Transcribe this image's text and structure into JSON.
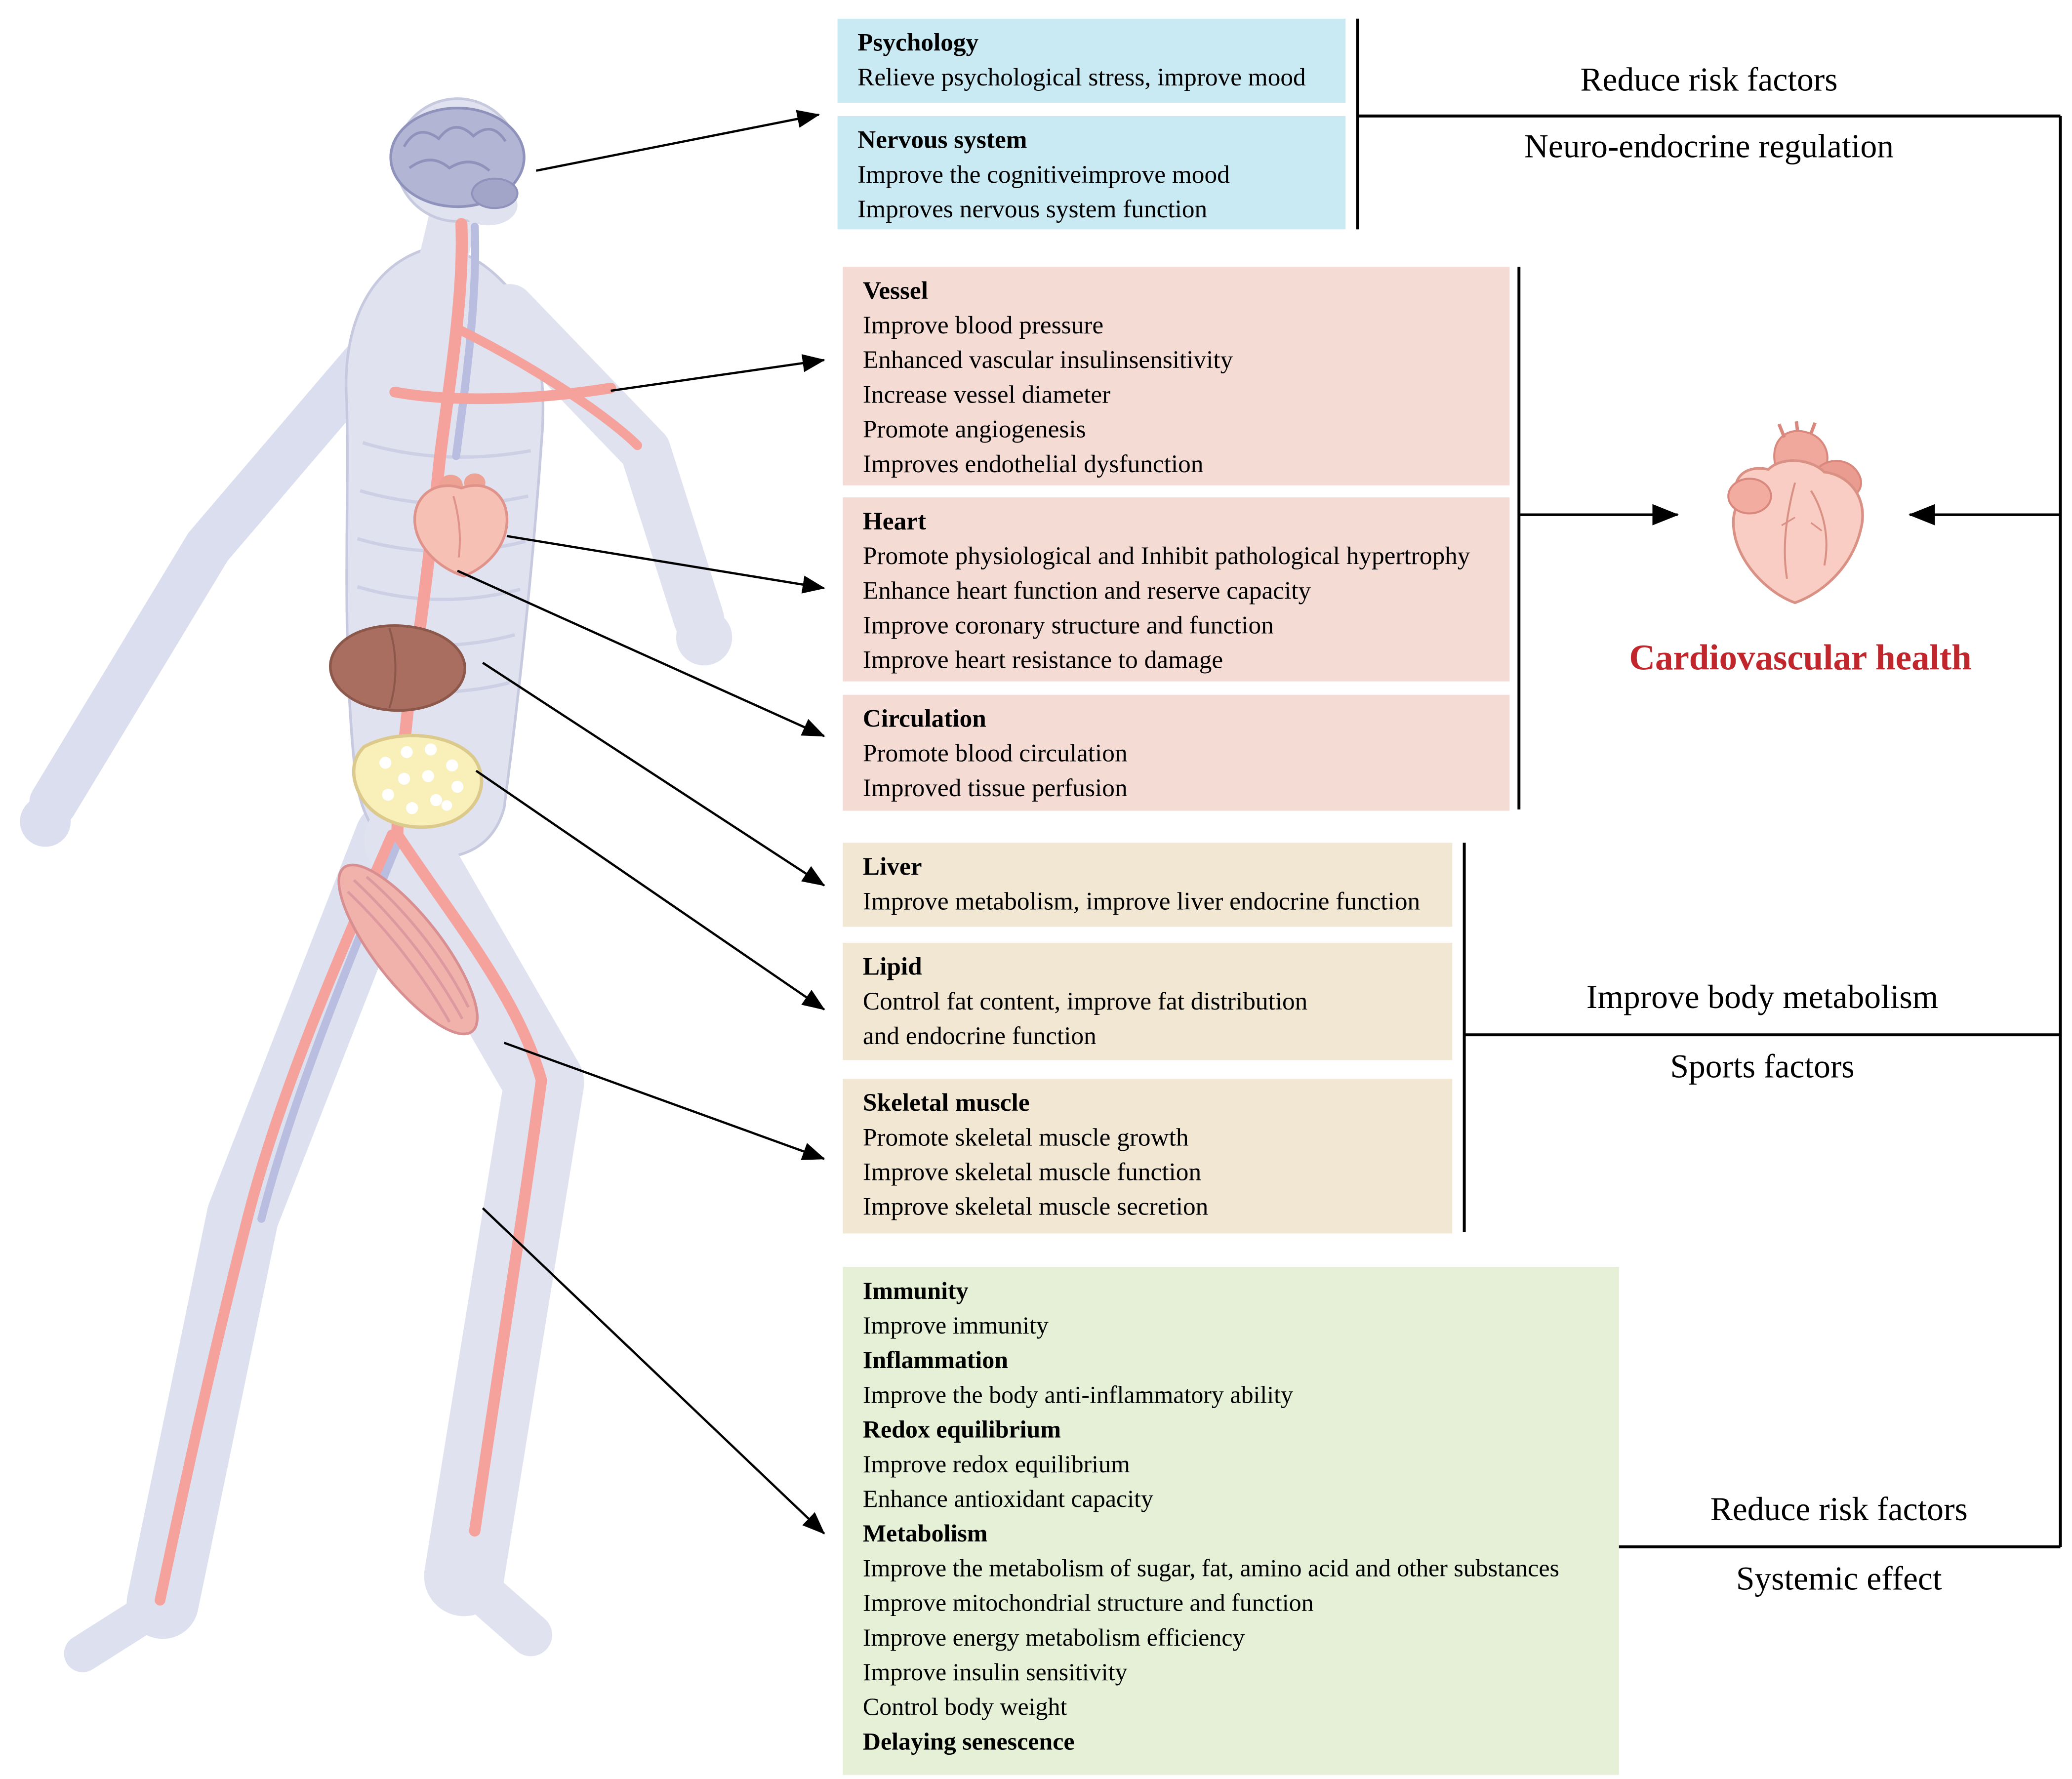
{
  "boxes": {
    "psychology": {
      "title": "Psychology",
      "lines": [
        "Relieve psychological stress, improve mood"
      ]
    },
    "nervous_system": {
      "title": "Nervous system",
      "lines": [
        "Improve the cognitiveimprove mood",
        "Improves nervous system function"
      ]
    },
    "vessel": {
      "title": "Vessel",
      "lines": [
        "Improve blood pressure",
        "Enhanced vascular insulinsensitivity",
        "Increase vessel diameter",
        "Promote angiogenesis",
        "Improves endothelial dysfunction"
      ]
    },
    "heart": {
      "title": "Heart",
      "lines": [
        "Promote physiological and Inhibit pathological hypertrophy",
        "Enhance heart function and reserve capacity",
        "Improve coronary structure and function",
        "Improve heart resistance to damage"
      ]
    },
    "circulation": {
      "title": "Circulation",
      "lines": [
        "Promote blood circulation",
        "Improved tissue perfusion"
      ]
    },
    "liver": {
      "title": "Liver",
      "lines": [
        "Improve metabolism, improve liver endocrine function"
      ]
    },
    "lipid": {
      "title": "Lipid",
      "lines": [
        "Control fat content, improve fat distribution",
        "and endocrine function"
      ]
    },
    "skeletal_muscle": {
      "title": "Skeletal muscle",
      "lines": [
        "Promote skeletal muscle growth",
        "Improve skeletal muscle function",
        "Improve skeletal muscle secretion"
      ]
    },
    "systemic": {
      "lines": [
        {
          "text": "Immunity",
          "bold": true
        },
        {
          "text": "Improve immunity",
          "bold": false
        },
        {
          "text": "Inflammation",
          "bold": true
        },
        {
          "text": "Improve the body anti-inflammatory ability",
          "bold": false
        },
        {
          "text": "Redox equilibrium",
          "bold": true
        },
        {
          "text": "Improve redox equilibrium",
          "bold": false
        },
        {
          "text": "Enhance antioxidant capacity",
          "bold": false
        },
        {
          "text": "Metabolism",
          "bold": true
        },
        {
          "text": "Improve the metabolism of sugar, fat, amino acid and other substances",
          "bold": false
        },
        {
          "text": "Improve mitochondrial structure and function",
          "bold": false
        },
        {
          "text": "Improve energy metabolism efficiency",
          "bold": false
        },
        {
          "text": "Improve insulin sensitivity",
          "bold": false
        },
        {
          "text": "Control body weight",
          "bold": false
        },
        {
          "text": "Delaying senescence",
          "bold": true
        }
      ]
    }
  },
  "right_panel": {
    "neuro": {
      "top": "Reduce risk factors",
      "bottom": "Neuro-endocrine regulation"
    },
    "metabolism": {
      "top": "Improve body metabolism",
      "bottom": "Sports factors"
    },
    "systemic": {
      "top": "Reduce risk factors",
      "bottom": "Systemic effect"
    },
    "center_label": "Cardiovascular health"
  },
  "colors": {
    "psych_box": "#c9e9f3",
    "cardio_box": "#f4dcd5",
    "metabolic_box": "#f1e7d3",
    "systemic_box": "#e5f0d6",
    "cardio_label_text": "#c0262c",
    "vessel_red": "#f4a29b",
    "body_fill": "#e0e2f0"
  }
}
